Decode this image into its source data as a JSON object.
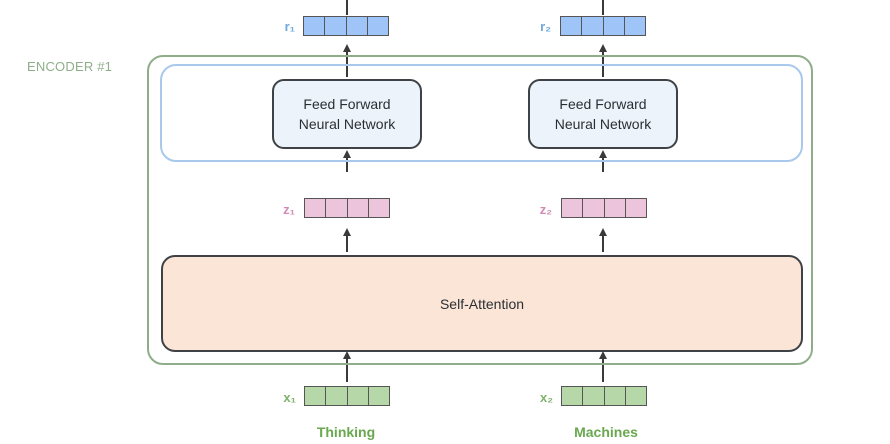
{
  "encoder": {
    "label": "ENCODER #1"
  },
  "ffn": {
    "line1": "Feed Forward",
    "line2": "Neural Network"
  },
  "self_attention": {
    "label": "Self-Attention"
  },
  "vectors": {
    "r": [
      "r₁",
      "r₂"
    ],
    "z": [
      "z₁",
      "z₂"
    ],
    "x": [
      "x₁",
      "x₂"
    ]
  },
  "words": [
    "Thinking",
    "Machines"
  ],
  "colors": {
    "encoder_border": "#90ad8a",
    "encoder_label": "#8fae8a",
    "ffn_band_border": "#a8c8ec",
    "ffn_fill": "#edf3fb",
    "self_attention_fill": "#fbe5d6",
    "r_vector": "#9fc5f8",
    "r_label": "#6fa8dc",
    "z_vector": "#ecc4dc",
    "z_label": "#d28bb5",
    "x_vector": "#b6d7a8",
    "x_label": "#7fb36b",
    "word": "#6aa84f"
  }
}
